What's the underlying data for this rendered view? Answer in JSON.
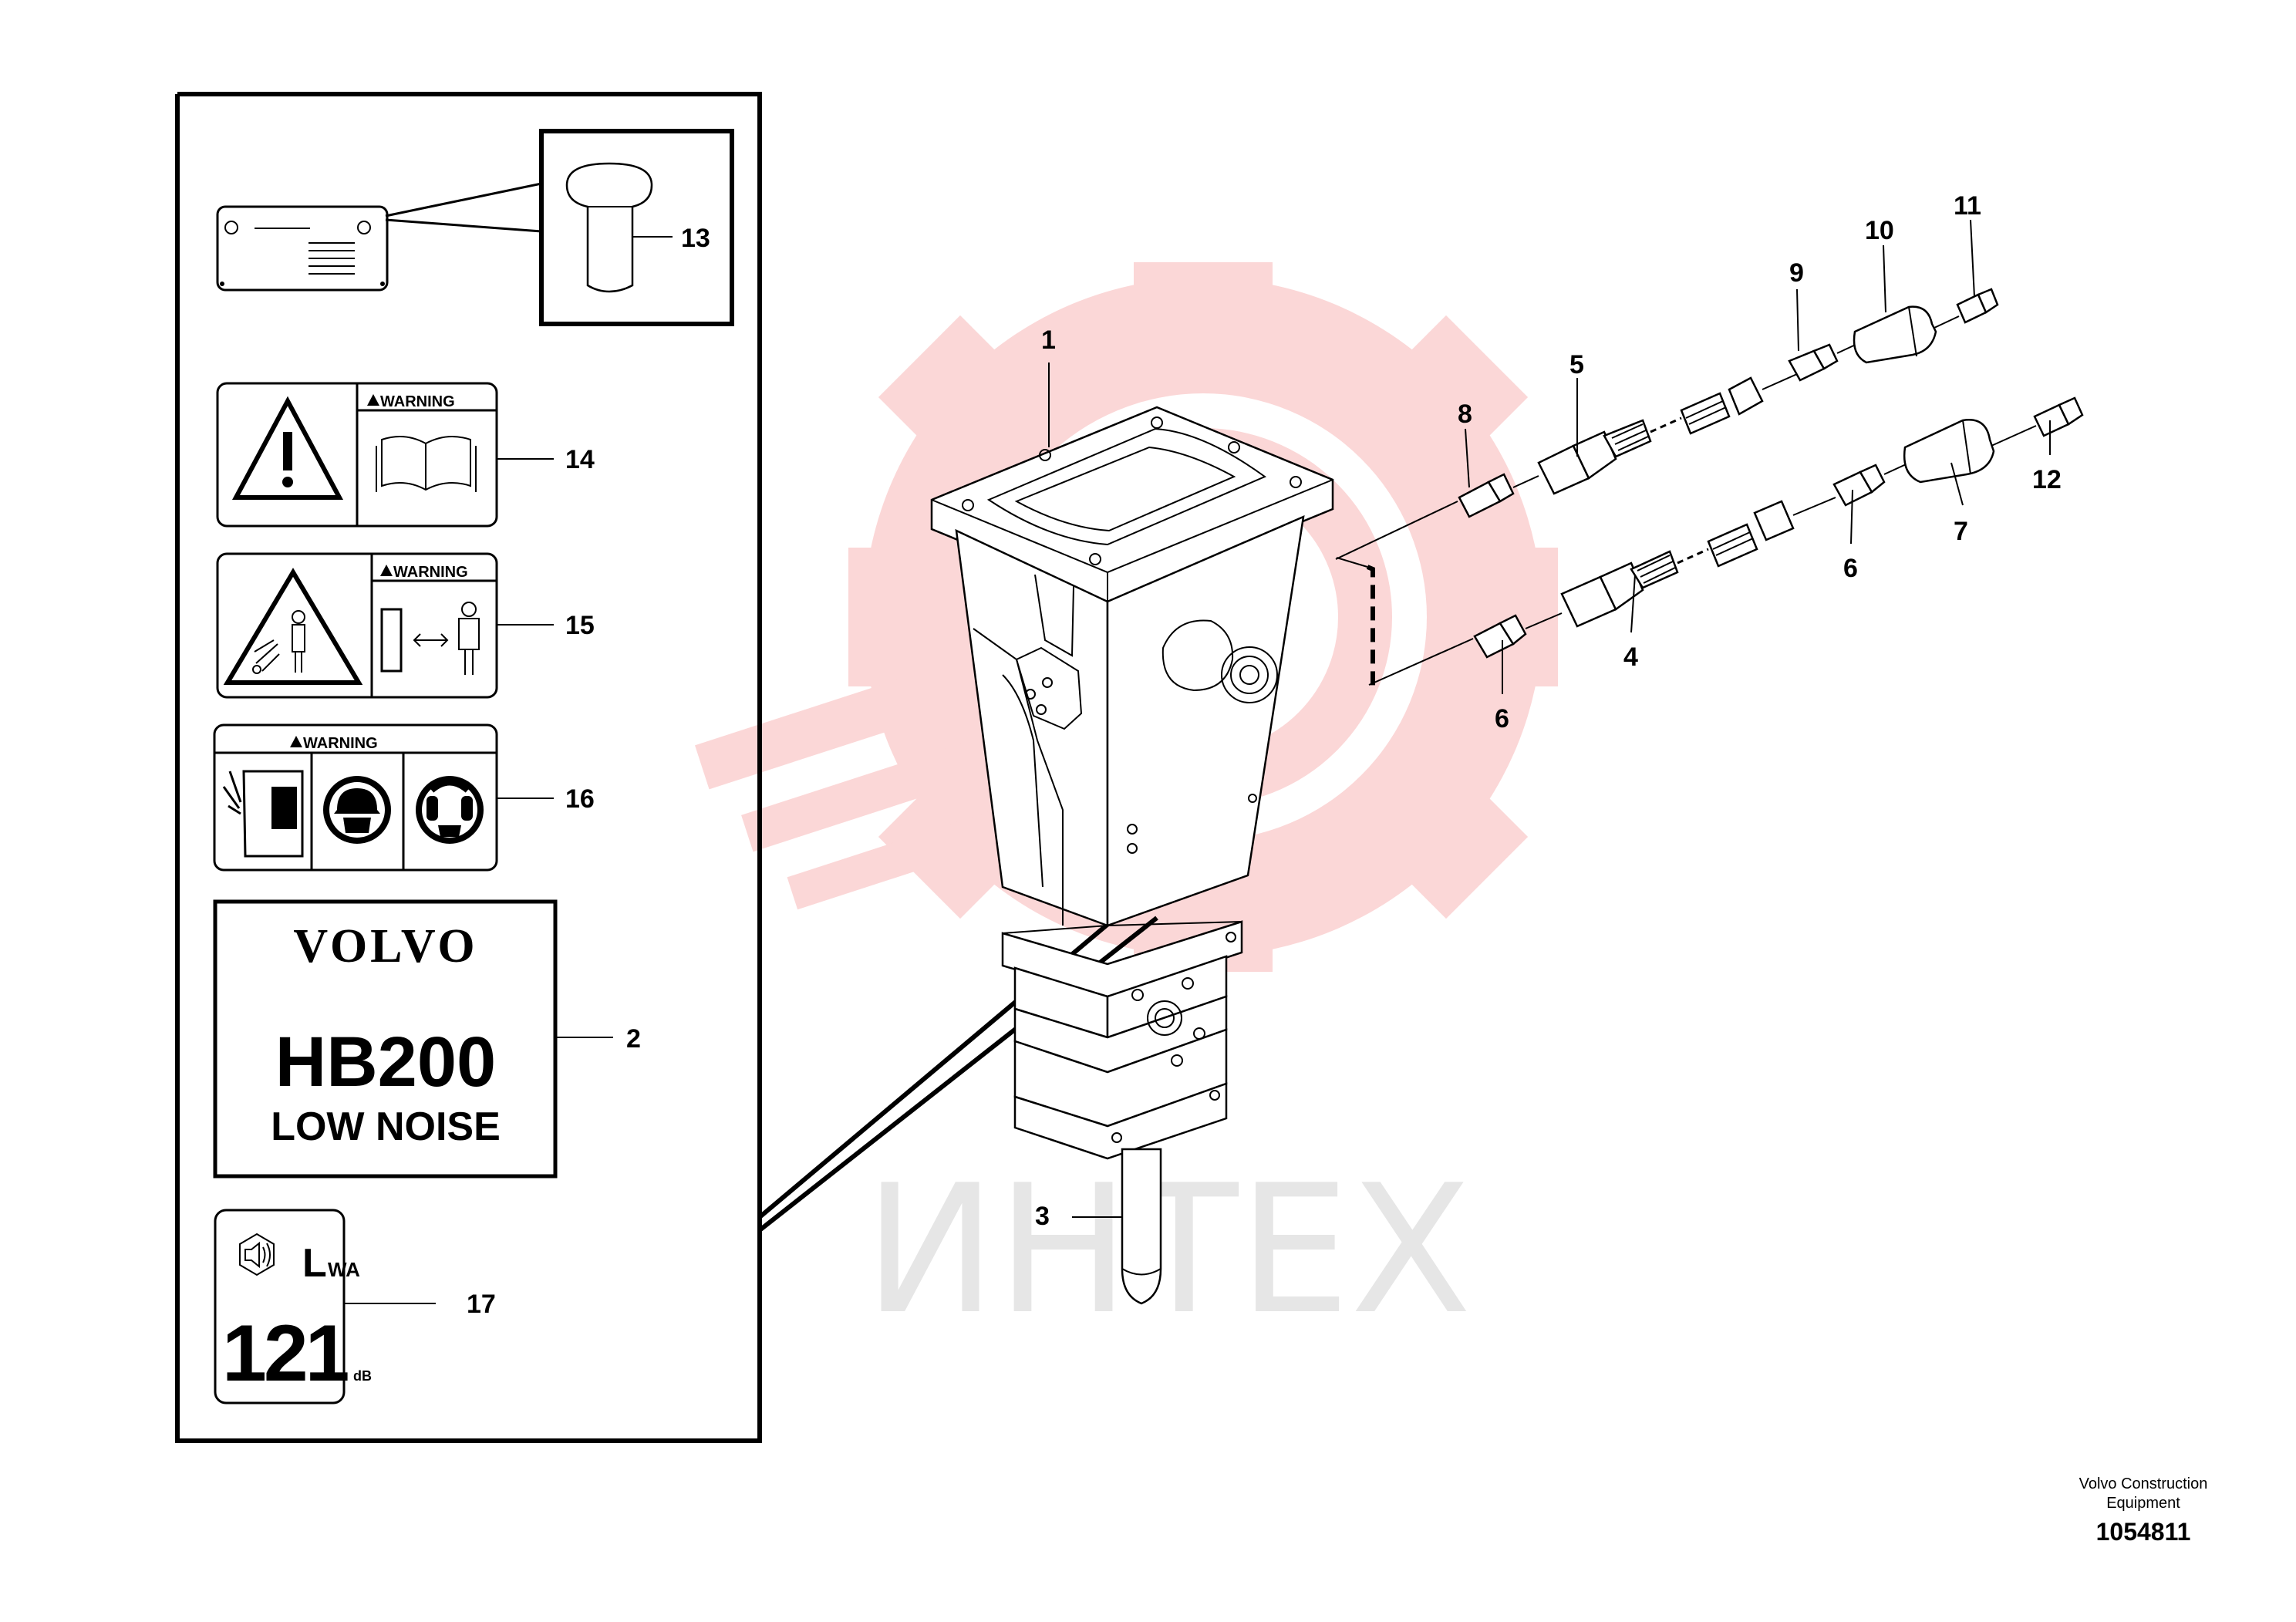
{
  "watermark": {
    "text": "ИНТЕХ",
    "color": "#f9c9c9"
  },
  "callouts": {
    "c1": "1",
    "c2": "2",
    "c3": "3",
    "c4": "4",
    "c5": "5",
    "c6a": "6",
    "c6b": "6",
    "c7": "7",
    "c8": "8",
    "c9": "9",
    "c10": "10",
    "c11": "11",
    "c12": "12",
    "c13": "13",
    "c14": "14",
    "c15": "15",
    "c16": "16",
    "c17": "17"
  },
  "labels": {
    "warning_14": "WARNING",
    "warning_15": "WARNING",
    "warning_16": "WARNING",
    "brand": "VOLVO",
    "model": "HB200",
    "model_sub": "LOW NOISE",
    "lwa_l": "L",
    "lwa_sub": "WA",
    "noise_value": "121",
    "noise_unit": "dB"
  },
  "footer": {
    "company_line1": "Volvo Construction",
    "company_line2": "Equipment",
    "drawing_number": "1054811"
  }
}
